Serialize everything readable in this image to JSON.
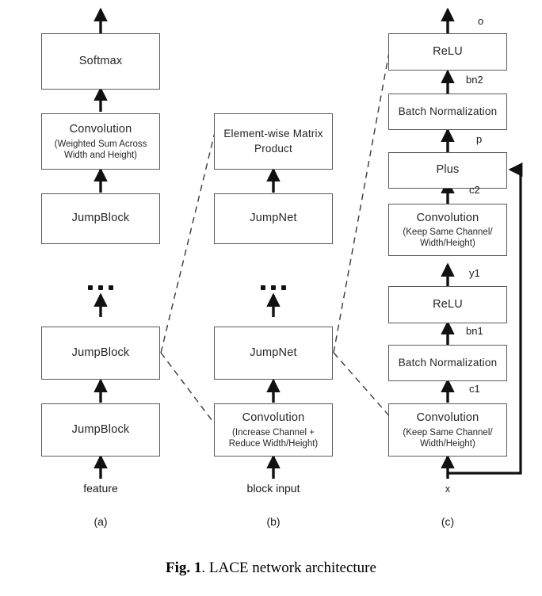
{
  "figure": {
    "caption_bold": "Fig. 1",
    "caption_rest": ". LACE network architecture"
  },
  "panels": [
    {
      "key": "a",
      "label": "(a)",
      "input_label": "feature",
      "nodes": [
        {
          "name": "softmax",
          "title": "Softmax",
          "sub": ""
        },
        {
          "name": "convolution-weighted-sum",
          "title": "Convolution",
          "sub": "(Weighted Sum Across Width and Height)"
        },
        {
          "name": "jumpblock-top",
          "title": "JumpBlock",
          "sub": ""
        },
        {
          "name": "jumpblock-mid",
          "title": "JumpBlock",
          "sub": ""
        },
        {
          "name": "jumpblock-bottom",
          "title": "JumpBlock",
          "sub": ""
        }
      ],
      "has_ellipsis": true
    },
    {
      "key": "b",
      "label": "(b)",
      "input_label": "block input",
      "nodes": [
        {
          "name": "element-wise-matrix-product",
          "title": "Element-wise Matrix Product",
          "sub": ""
        },
        {
          "name": "jumpnet-top",
          "title": "JumpNet",
          "sub": ""
        },
        {
          "name": "jumpnet-bottom",
          "title": "JumpNet",
          "sub": ""
        },
        {
          "name": "convolution-increase-channel",
          "title": "Convolution",
          "sub": "(Increase Channel + Reduce Width/Height)"
        }
      ],
      "has_ellipsis": true
    },
    {
      "key": "c",
      "label": "(c)",
      "input_label": "x",
      "nodes": [
        {
          "name": "relu-2",
          "title": "ReLU",
          "sub": ""
        },
        {
          "name": "batch-normalization-2",
          "title": "Batch Normalization",
          "sub": ""
        },
        {
          "name": "plus",
          "title": "Plus",
          "sub": ""
        },
        {
          "name": "convolution-2",
          "title": "Convolution",
          "sub": "(Keep Same Channel/ Width/Height)"
        },
        {
          "name": "relu-1",
          "title": "ReLU",
          "sub": ""
        },
        {
          "name": "batch-normalization-1",
          "title": "Batch Normalization",
          "sub": ""
        },
        {
          "name": "convolution-1",
          "title": "Convolution",
          "sub": "(Keep Same Channel/ Width/Height)"
        }
      ],
      "has_ellipsis": false,
      "edge_labels": [
        "o",
        "bn2",
        "p",
        "c2",
        "y1",
        "bn1",
        "c1"
      ]
    }
  ]
}
